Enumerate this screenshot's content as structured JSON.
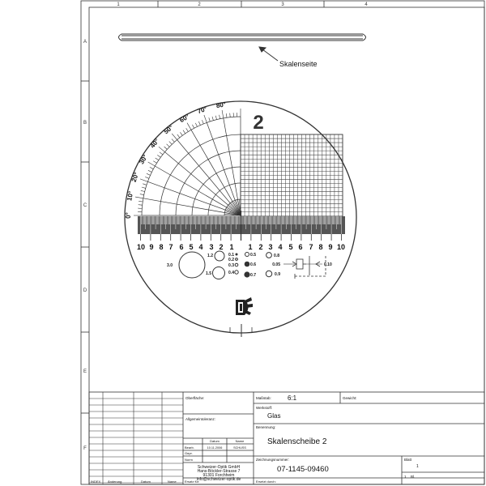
{
  "frame": {
    "col_labels": [
      "1",
      "2",
      "3",
      "4"
    ],
    "row_labels": [
      "A",
      "B",
      "C",
      "D",
      "E",
      "F"
    ]
  },
  "drawing": {
    "side_callout": "Skalenseite",
    "reticle_number": "2",
    "angle_labels": [
      "0°",
      "10°",
      "20°",
      "30°",
      "40°",
      "50°",
      "60°",
      "70°",
      "80°"
    ],
    "scale_labels_left": [
      "10",
      "9",
      "8",
      "7",
      "6",
      "5",
      "4",
      "3",
      "2",
      "1"
    ],
    "scale_labels_right": [
      "1",
      "2",
      "3",
      "4",
      "5",
      "6",
      "7",
      "8",
      "9",
      "10"
    ],
    "circle_labels": [
      "3.0",
      "1.2",
      "1.5",
      "0.1",
      "0.2",
      "0.3",
      "0.4",
      "0.5",
      "0.6",
      "0.7",
      "0.8",
      "0.9"
    ],
    "line_labels": [
      "0.05",
      "0.10"
    ]
  },
  "title_block": {
    "oberflaeche_label": "Oberfläche:",
    "massstab_label": "Maßstab:",
    "massstab_value": "6:1",
    "gewicht_label": "Gewicht:",
    "werkstoff_label": "Werkstoff:",
    "werkstoff_value": "Glas",
    "allgemeintoleranz_label": "Allgemeintoleranz:",
    "datum_header": "Datum",
    "name_header": "Name",
    "bearb_label": "Bearb.",
    "bearb_date": "10.11.2006",
    "bearb_name": "SCHUSS",
    "gepr_label": "Gepr.",
    "norm_label": "Norm",
    "benennung_label": "Benennung:",
    "benennung_value": "Skalenscheibe 2",
    "zeichnungsnummer_label": "Zeichnungsnummer:",
    "zeichnungsnummer_value": "07-1145-09460",
    "blatt_label": "Blatt",
    "blatt_value": "1",
    "blatt_of": "1",
    "blatt_bl": "Bl.",
    "index_label": "INDEX",
    "aenderung_label": "Änderung",
    "datum_label": "Datum",
    "name_label": "Name",
    "ersatz_label": "Ersatz für:",
    "ersetzt_label": "Ersetzt durch:",
    "company": [
      "Schweizer-Optik GmbH",
      "Hans-Böckler-Strasse 7",
      "91301 Forchheim",
      "info@schweizer-optik.de"
    ]
  }
}
